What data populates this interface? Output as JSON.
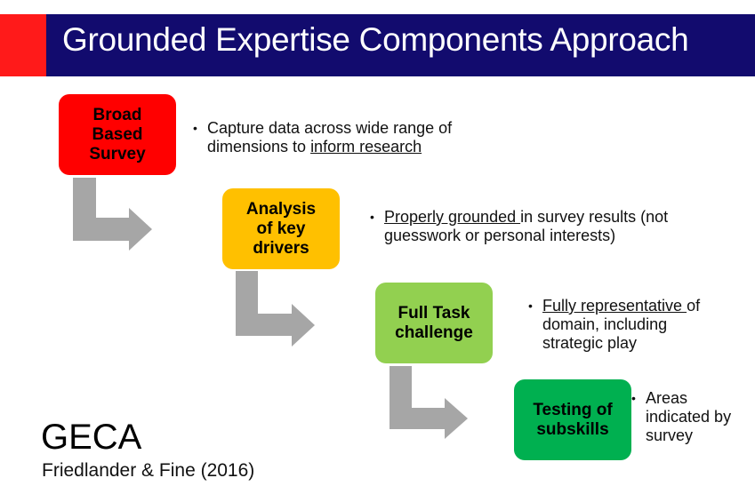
{
  "title": "Grounded Expertise Components Approach",
  "steps": [
    {
      "label_lines": [
        "Broad",
        "Based",
        "Survey"
      ],
      "color": "#ff0000",
      "bullet": {
        "underlined": "",
        "pre": "Capture data across wide range of",
        "line2_pre": "dimensions to ",
        "line2_underlined": "inform research",
        "rest": ""
      }
    },
    {
      "label_lines": [
        "Analysis",
        "of key",
        "drivers"
      ],
      "color": "#ffc000",
      "bullet": {
        "underlined": "Properly grounded ",
        "rest": "in survey results (not",
        "line2": "guesswork or personal interests)"
      }
    },
    {
      "label_lines": [
        "Full Task",
        "challenge"
      ],
      "color": "#92d050",
      "bullet": {
        "underlined": "Fully representative ",
        "rest": "of",
        "line2": "domain, including",
        "line3": "strategic play"
      }
    },
    {
      "label_lines": [
        "Testing of",
        "subskills"
      ],
      "color": "#00b050",
      "bullet": {
        "line1": "Areas",
        "line2": "indicated by",
        "line3": "survey"
      }
    }
  ],
  "bullet_char": "•",
  "acronym": "GECA",
  "citation": "Friedlander & Fine (2016)",
  "colors": {
    "header": "#120b6e",
    "accent": "#ff1a1a",
    "arrow": "#a6a6a6"
  }
}
